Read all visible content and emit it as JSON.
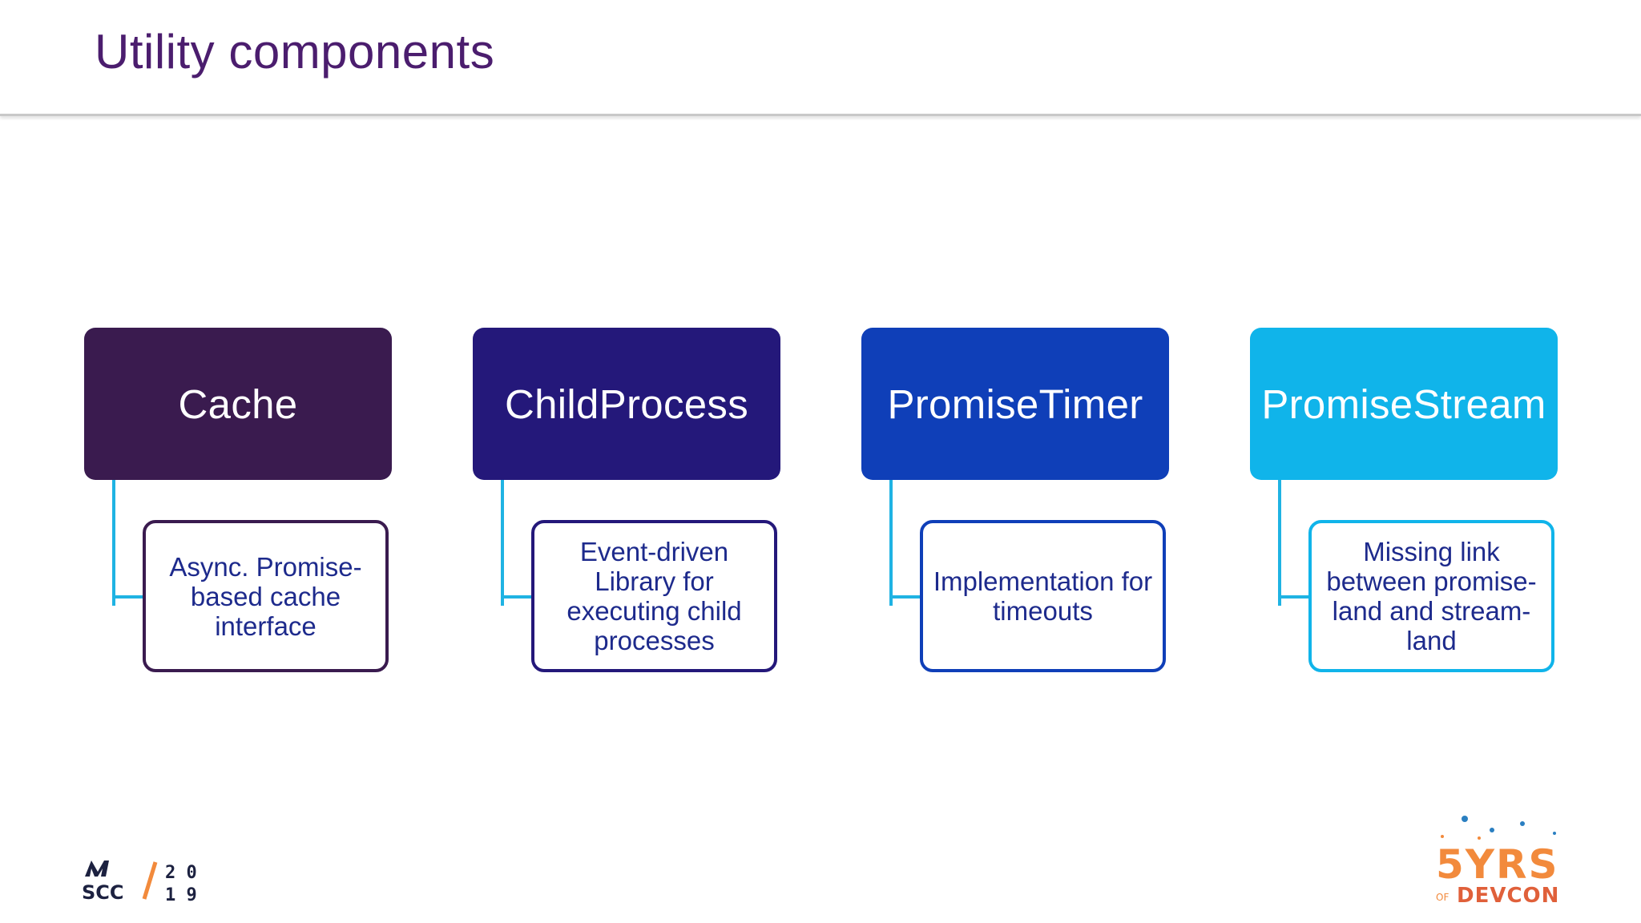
{
  "slide": {
    "title": "Utility components"
  },
  "components": [
    {
      "name": "Cache",
      "description": "Async. Promise-based cache interface",
      "color": "#3a1b4f",
      "border_color": "#3a1b4f"
    },
    {
      "name": "ChildProcess",
      "description": "Event-driven Library for executing child processes",
      "color": "#24187a",
      "border_color": "#24187a"
    },
    {
      "name": "PromiseTimer",
      "description": "Implementation for timeouts",
      "color": "#0f3fb8",
      "border_color": "#0f3fb8"
    },
    {
      "name": "PromiseStream",
      "description": "Missing link between promise-land and stream-land",
      "color": "#10b4ea",
      "border_color": "#10b4ea"
    }
  ],
  "logos": {
    "left_mark": "M\nSCC",
    "left_year_top": "2 0",
    "left_year_bottom": "1 9",
    "right_top": "5YRS",
    "right_bottom_small": "OF",
    "right_bottom": "DEVCON"
  }
}
